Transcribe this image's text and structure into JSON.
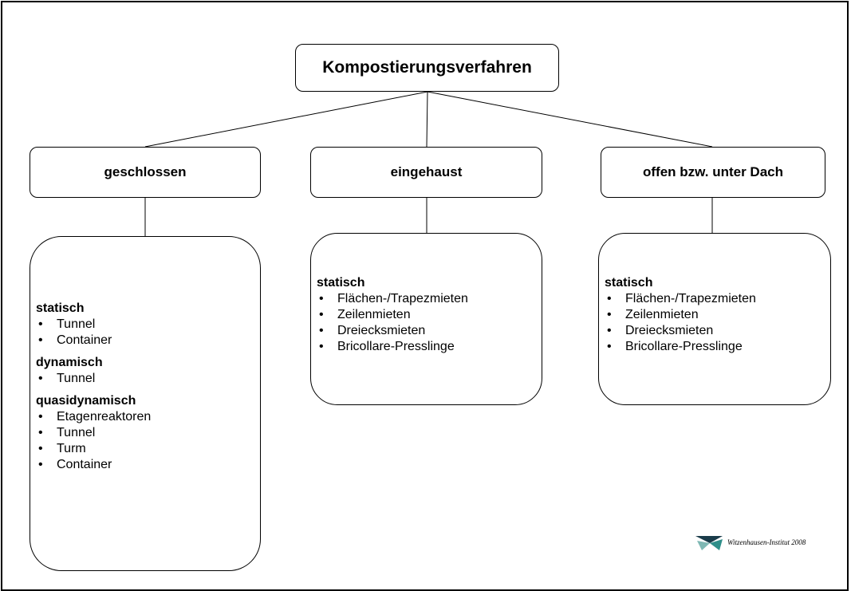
{
  "root": {
    "label": "Kompostierungsverfahren"
  },
  "categories": [
    {
      "label": "geschlossen",
      "groups": [
        {
          "heading": "statisch",
          "items": [
            "Tunnel",
            "Container"
          ]
        },
        {
          "heading": "dynamisch",
          "items": [
            "Tunnel"
          ]
        },
        {
          "heading": "quasidynamisch",
          "items": [
            "Etagenreaktoren",
            "Tunnel",
            "Turm",
            "Container"
          ]
        }
      ]
    },
    {
      "label": "eingehaust",
      "groups": [
        {
          "heading": "statisch",
          "items": [
            "Flächen-/Trapezmieten",
            "Zeilenmieten",
            "Dreiecksmieten",
            "Bricollare-Presslinge"
          ]
        }
      ]
    },
    {
      "label": "offen bzw. unter Dach",
      "groups": [
        {
          "heading": "statisch",
          "items": [
            "Flächen-/Trapezmieten",
            "Zeilenmieten",
            "Dreiecksmieten",
            "Bricollare-Presslinge"
          ]
        }
      ]
    }
  ],
  "footer": {
    "logo_text": "Witzenhausen-Institut 2008",
    "logo_icon": "witzenhausen-logo-icon",
    "logo_colors": {
      "dark": "#1a3c4a",
      "teal": "#2f8f8a",
      "light": "#7fb8b4"
    }
  }
}
